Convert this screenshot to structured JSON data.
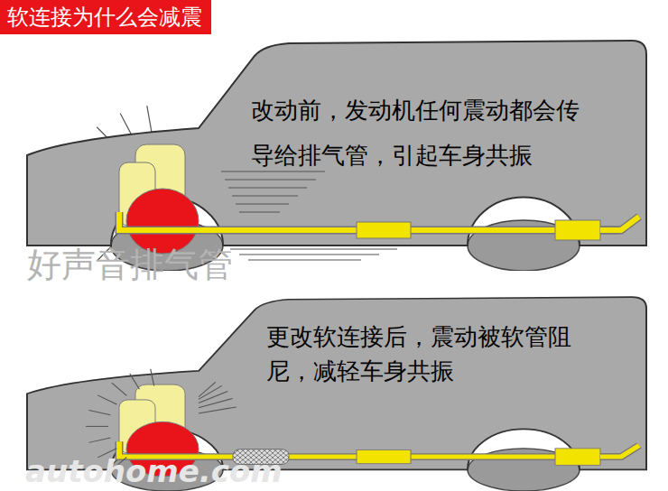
{
  "diagram": {
    "title": "软连接为什么会减震",
    "nodes": [
      {
        "text": [
          "改动前，发动机任何震动都会传导给排气管，引起车身共振"
        ]
      },
      {
        "text": [
          "更改软连接后，震动被软管阻尼，减轻车身共振"
        ]
      }
    ],
    "labels": [
      "好声音排气管",
      "autohome.com"
    ]
  }
}
